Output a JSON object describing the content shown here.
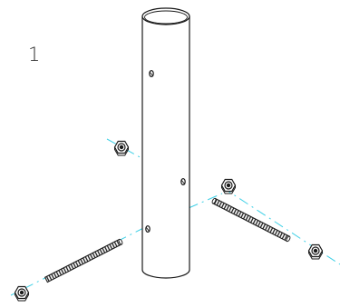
{
  "figure": {
    "step_number": "1",
    "colors": {
      "outline": "#1a1a1a",
      "axis_line": "#3fd0e6",
      "background": "#ffffff"
    },
    "parts": [
      {
        "name": "tube",
        "icon": "tube-icon"
      },
      {
        "name": "threaded-rod-left",
        "icon": "threaded-rod-icon"
      },
      {
        "name": "threaded-rod-right",
        "icon": "threaded-rod-icon"
      },
      {
        "name": "hex-nut",
        "icon": "hex-nut-icon"
      }
    ]
  }
}
